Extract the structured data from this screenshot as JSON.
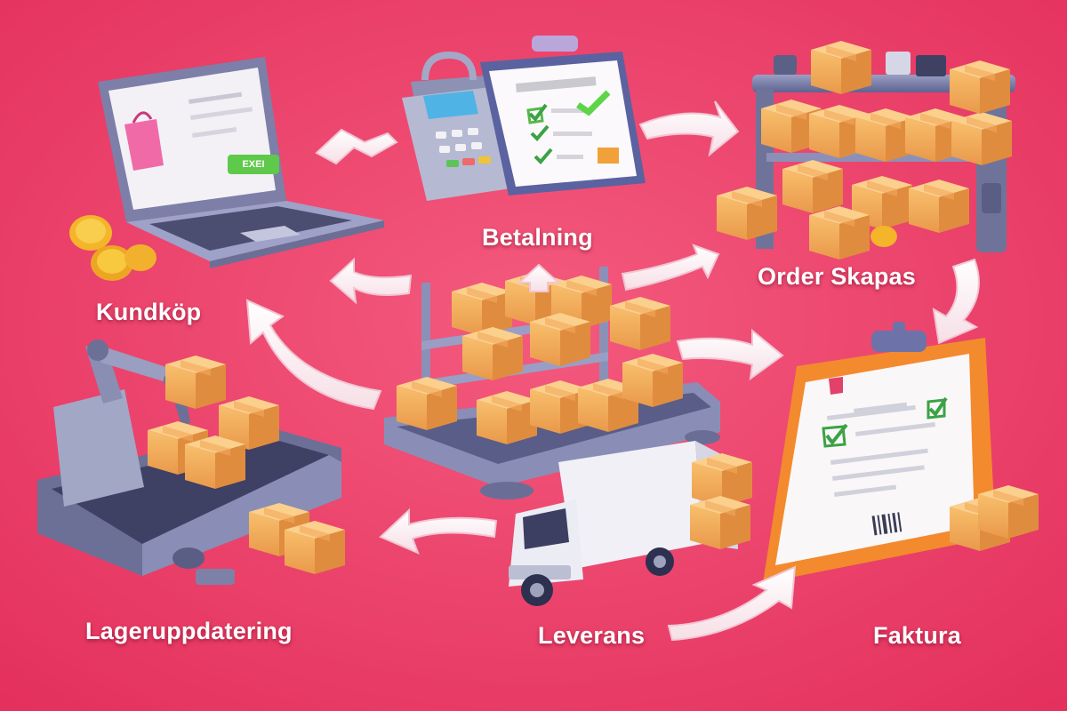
{
  "steps": [
    {
      "id": "kundkop",
      "label": "Kundköp",
      "icon": "laptop-shopping-icon"
    },
    {
      "id": "betalning",
      "label": "Betalning",
      "icon": "payment-terminal-checklist-icon"
    },
    {
      "id": "order",
      "label": "Order Skapas",
      "icon": "warehouse-shelf-icon"
    },
    {
      "id": "faktura",
      "label": "Faktura",
      "icon": "invoice-clipboard-icon"
    },
    {
      "id": "leverans",
      "label": "Leverans",
      "icon": "delivery-truck-icon"
    },
    {
      "id": "lager",
      "label": "Lageruppdatering",
      "icon": "robotic-conveyor-icon"
    }
  ],
  "laptop_button": "ЕХЕІ",
  "colors": {
    "background": "#ee3f6a",
    "box": "#f5b15a",
    "arrow": "#ffffff",
    "clipboard": "#f38a2e"
  }
}
